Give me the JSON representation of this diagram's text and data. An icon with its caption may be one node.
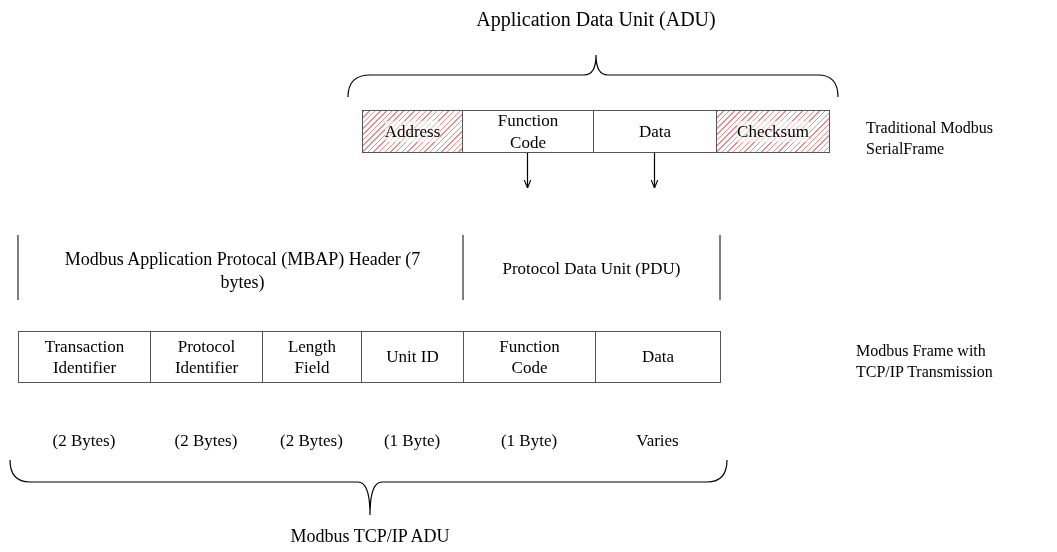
{
  "diagram": {
    "nodes": [
      {
        "text": [
          "Address"
        ]
      },
      {
        "text": [
          "Function Code"
        ]
      },
      {
        "text": [
          "Data"
        ]
      },
      {
        "text": [
          "Checksum"
        ]
      },
      {
        "text": [
          "Transaction Identifier"
        ]
      },
      {
        "text": [
          "Protocol Identifier"
        ]
      },
      {
        "text": [
          "Length Field"
        ]
      },
      {
        "text": [
          "Unit ID"
        ]
      },
      {
        "text": [
          "Function Code"
        ]
      },
      {
        "text": [
          "Data"
        ]
      }
    ],
    "edges": [
      {
        "from": 1,
        "to": null,
        "arrow": "to"
      },
      {
        "from": 2,
        "to": null,
        "arrow": "to"
      }
    ],
    "labels": [
      "Application Data Unit (ADU)",
      "Traditional Modbus SerialFrame",
      "Modbus Application Protocal (MBAP) Header (7 bytes)",
      "Protocol Data Unit (PDU)",
      "Modbus Frame with TCP/IP Transmission",
      "(2 Bytes)",
      "(2 Bytes)",
      "(2 Bytes)",
      "(1 Byte)",
      "(1 Byte)",
      "Varies",
      "Modbus TCP/IP ADU"
    ]
  }
}
